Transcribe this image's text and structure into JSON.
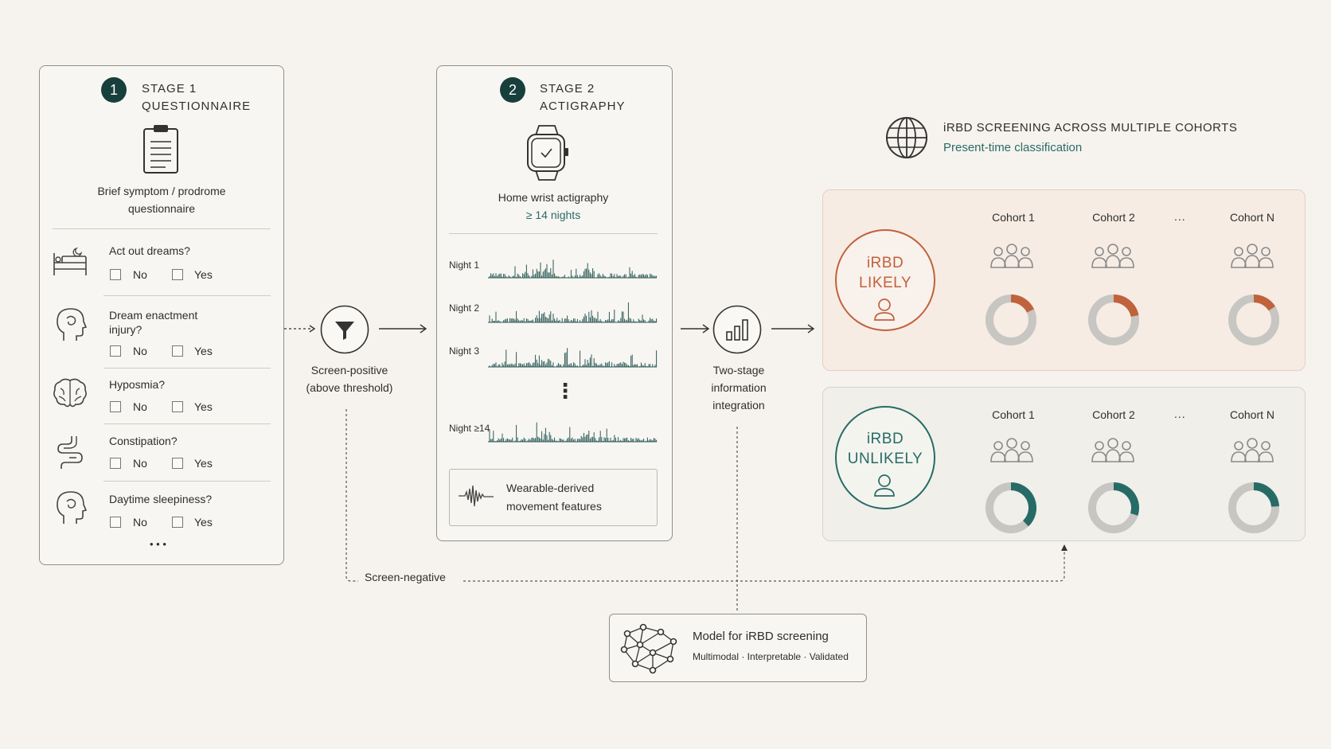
{
  "stage1": {
    "number": "1",
    "title_line1": "STAGE 1",
    "title_line2": "QUESTIONNAIRE",
    "icon": "clipboard-icon",
    "desc_line1": "Brief symptom / prodrome",
    "desc_line2": "questionnaire",
    "questions": [
      {
        "icon": "bed-icon",
        "line1": "Act out dreams?",
        "line2": "",
        "no": "No",
        "yes": "Yes"
      },
      {
        "icon": "head-icon",
        "line1": "Dream enactment",
        "line2": "injury?",
        "no": "No",
        "yes": "Yes"
      },
      {
        "icon": "brain-icon",
        "line1": "Hyposmia?",
        "line2": "",
        "no": "No",
        "yes": "Yes"
      },
      {
        "icon": "intestine-icon",
        "line1": "Constipation?",
        "line2": "",
        "no": "No",
        "yes": "Yes"
      },
      {
        "icon": "head-icon",
        "line1": "Daytime sleepiness?",
        "line2": "",
        "no": "No",
        "yes": "Yes"
      }
    ],
    "more": "• • •"
  },
  "filter": {
    "icon": "funnel-icon",
    "label_line1": "Screen-positive",
    "label_line2": "(above threshold)"
  },
  "stage2": {
    "number": "2",
    "title_line1": "STAGE 2",
    "title_line2": "ACTIGRAPHY",
    "icon": "smartwatch-icon",
    "desc_line1": "Home wrist actigraphy",
    "desc_line2": "≥ 14 nights",
    "nights": [
      "Night 1",
      "Night 2",
      "Night 3",
      "Night ≥14"
    ],
    "ellipsis": "⋮",
    "feature_line1": "Wearable-derived",
    "feature_line2": "movement features"
  },
  "integration": {
    "icon": "bar-chart-icon",
    "label_line1": "Two-stage",
    "label_line2": "information",
    "label_line3": "integration"
  },
  "results": {
    "icon": "globe-icon",
    "title": "iRBD SCREENING ACROSS MULTIPLE COHORTS",
    "subtitle": "Present-time classification",
    "likely": {
      "line1": "iRBD",
      "line2": "LIKELY",
      "color": "#c0623b",
      "cohorts": [
        "Cohort 1",
        "Cohort 2",
        "Cohort N"
      ],
      "fractions": [
        0.18,
        0.22,
        0.16
      ]
    },
    "unlikely": {
      "line1": "iRBD",
      "line2": "UNLIKELY",
      "color": "#276b66",
      "cohorts": [
        "Cohort 1",
        "Cohort 2",
        "Cohort N"
      ],
      "fractions": [
        0.38,
        0.3,
        0.24
      ]
    },
    "ellipsis": "..."
  },
  "screen_negative": "Screen-negative",
  "model": {
    "icon": "network-icon",
    "title": "Model for iRBD screening",
    "subtitle": "Multimodal · Interpretable · Validated"
  }
}
